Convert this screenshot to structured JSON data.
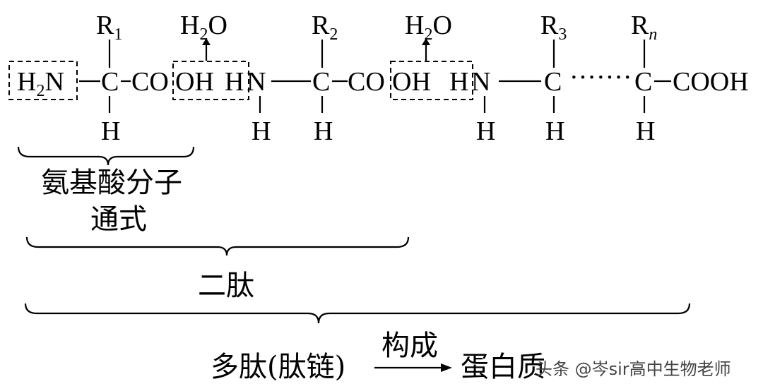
{
  "formula": {
    "r1": "R",
    "r1_sub": "1",
    "r2": "R",
    "r2_sub": "2",
    "r3": "R",
    "r3_sub": "3",
    "rn": "R",
    "rn_sub": "n",
    "h2n_h": "H",
    "h2n_2": "2",
    "h2n_n": "N",
    "c": "C",
    "co": "CO",
    "oh": "OH",
    "h": "H",
    "n": "N",
    "cooh": "COOH",
    "dots": "·······",
    "water_h": "H",
    "water_2": "2",
    "water_o": "O"
  },
  "labels": {
    "amino_acid_line1": "氨基酸分子",
    "amino_acid_line2": "通式",
    "dipeptide": "二肽",
    "polypeptide": "多肽(肽链)",
    "arrow_label": "构成",
    "protein": "蛋白质"
  },
  "watermark": "头条 @岑sir高中生物老师"
}
